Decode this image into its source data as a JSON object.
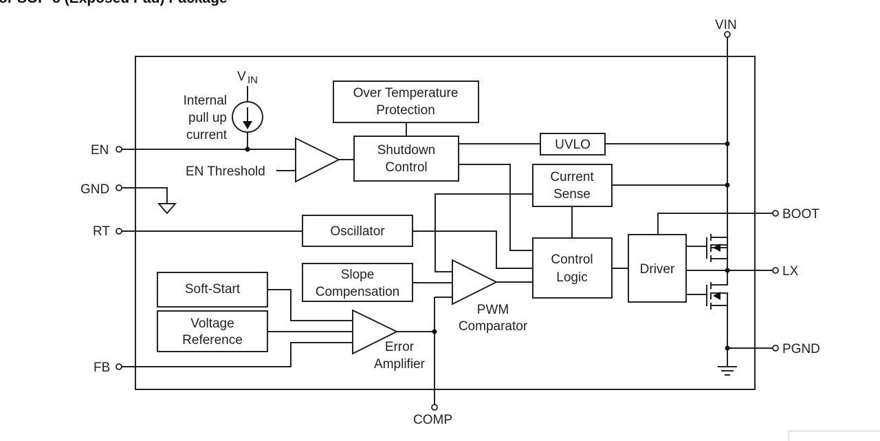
{
  "page": {
    "title": "or SOP-8 (Exposed Pad) Package"
  },
  "diagram": {
    "type": "block-diagram",
    "subject": "Synchronous buck converter functional block diagram",
    "pins": {
      "en": "EN",
      "gnd": "GND",
      "rt": "RT",
      "fb": "FB",
      "vin": "VIN",
      "boot": "BOOT",
      "lx": "LX",
      "pgnd": "PGND",
      "comp": "COMP"
    },
    "labels": {
      "vin_main": "V",
      "vin_sub": "IN",
      "pullup_line1": "Internal",
      "pullup_line2": "pull up",
      "pullup_line3": "current",
      "en_threshold": "EN Threshold",
      "pwm_line1": "PWM",
      "pwm_line2": "Comparator",
      "ea_line1": "Error",
      "ea_line2": "Amplifier"
    },
    "blocks": {
      "otp": [
        "Over Temperature",
        "Protection"
      ],
      "shutdown": [
        "Shutdown",
        "Control"
      ],
      "uvlo": [
        "UVLO"
      ],
      "current_sense": [
        "Current",
        "Sense"
      ],
      "oscillator": [
        "Oscillator"
      ],
      "control_logic": [
        "Control",
        "Logic"
      ],
      "slope_comp": [
        "Slope",
        "Compensation"
      ],
      "driver": [
        "Driver"
      ],
      "soft_start": [
        "Soft-Start"
      ],
      "vref": [
        "Voltage",
        "Reference"
      ]
    }
  }
}
